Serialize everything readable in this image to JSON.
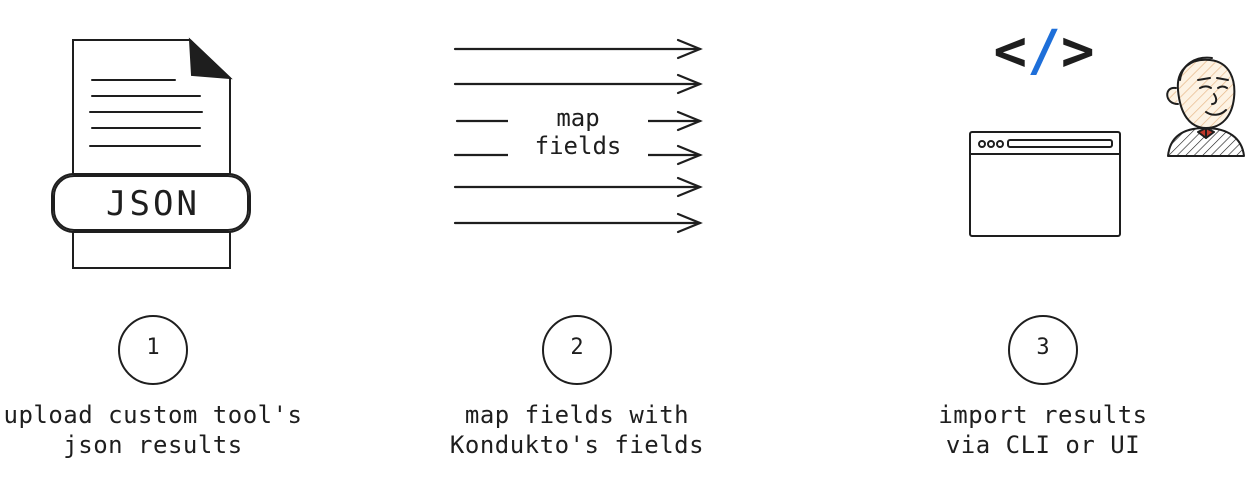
{
  "steps": [
    {
      "number": "1",
      "caption_line1": "upload custom tool's",
      "caption_line2": "json results"
    },
    {
      "number": "2",
      "caption_line1": "map fields with",
      "caption_line2": "Kondukto's fields"
    },
    {
      "number": "3",
      "caption_line1": "import results",
      "caption_line2": "via CLI or UI"
    }
  ],
  "json_label": "JSON",
  "map_label": "map fields",
  "code_icon": {
    "open": "<",
    "slash": "/",
    "close": ">"
  },
  "colors": {
    "stroke": "#1e1e1e",
    "accent": "#1e6fd9",
    "jenkins_red": "#c0392b",
    "jenkins_skin": "#f5d9b0"
  },
  "icons": [
    "json-file-icon",
    "arrows-icon",
    "code-icon",
    "browser-window-icon",
    "jenkins-mascot-icon"
  ]
}
